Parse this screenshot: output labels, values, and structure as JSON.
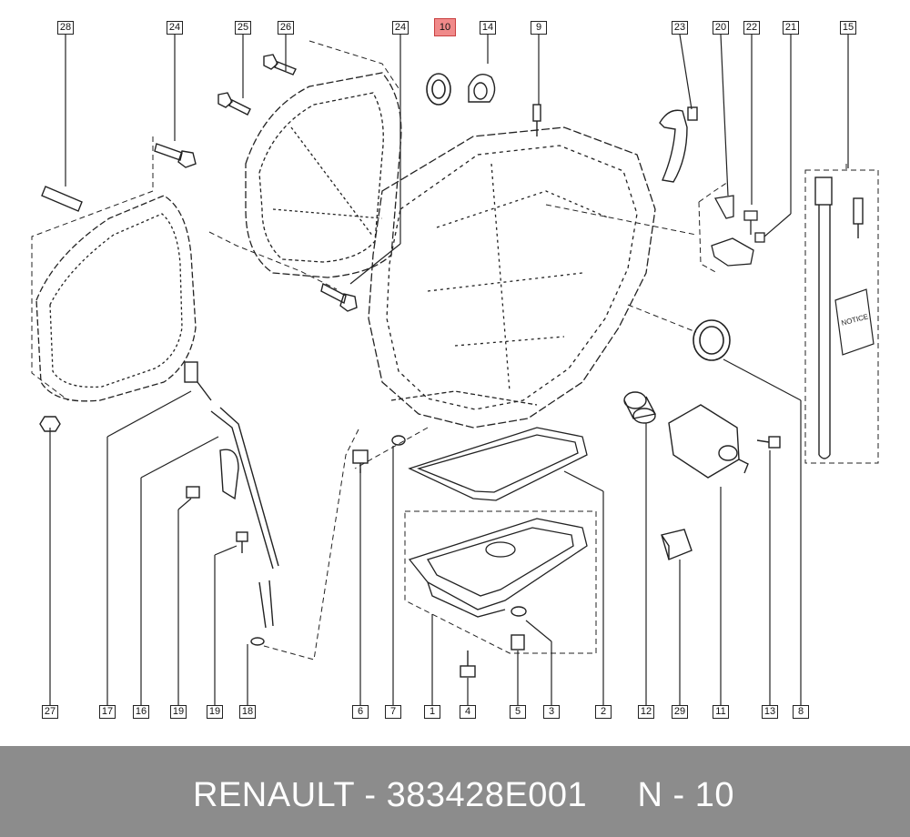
{
  "footer": {
    "brand": "RENAULT",
    "separator": " - ",
    "part_number": "383428E001",
    "ref_prefix": "N - ",
    "ref_number": "10"
  },
  "callouts": {
    "top": [
      "28",
      "24",
      "25",
      "26",
      "24",
      "10",
      "14",
      "9",
      "23",
      "20",
      "22",
      "21",
      "15"
    ],
    "bottom": [
      "27",
      "17",
      "16",
      "19",
      "19",
      "18",
      "6",
      "7",
      "1",
      "4",
      "5",
      "3",
      "2",
      "12",
      "29",
      "11",
      "13",
      "8"
    ],
    "highlighted": "10"
  },
  "colors": {
    "highlight": "#f08a8a",
    "footer_bg": "#8c8c8c",
    "footer_text": "#ffffff",
    "line": "#222222"
  },
  "labels": {
    "manual_booklet": "NOTICE"
  }
}
